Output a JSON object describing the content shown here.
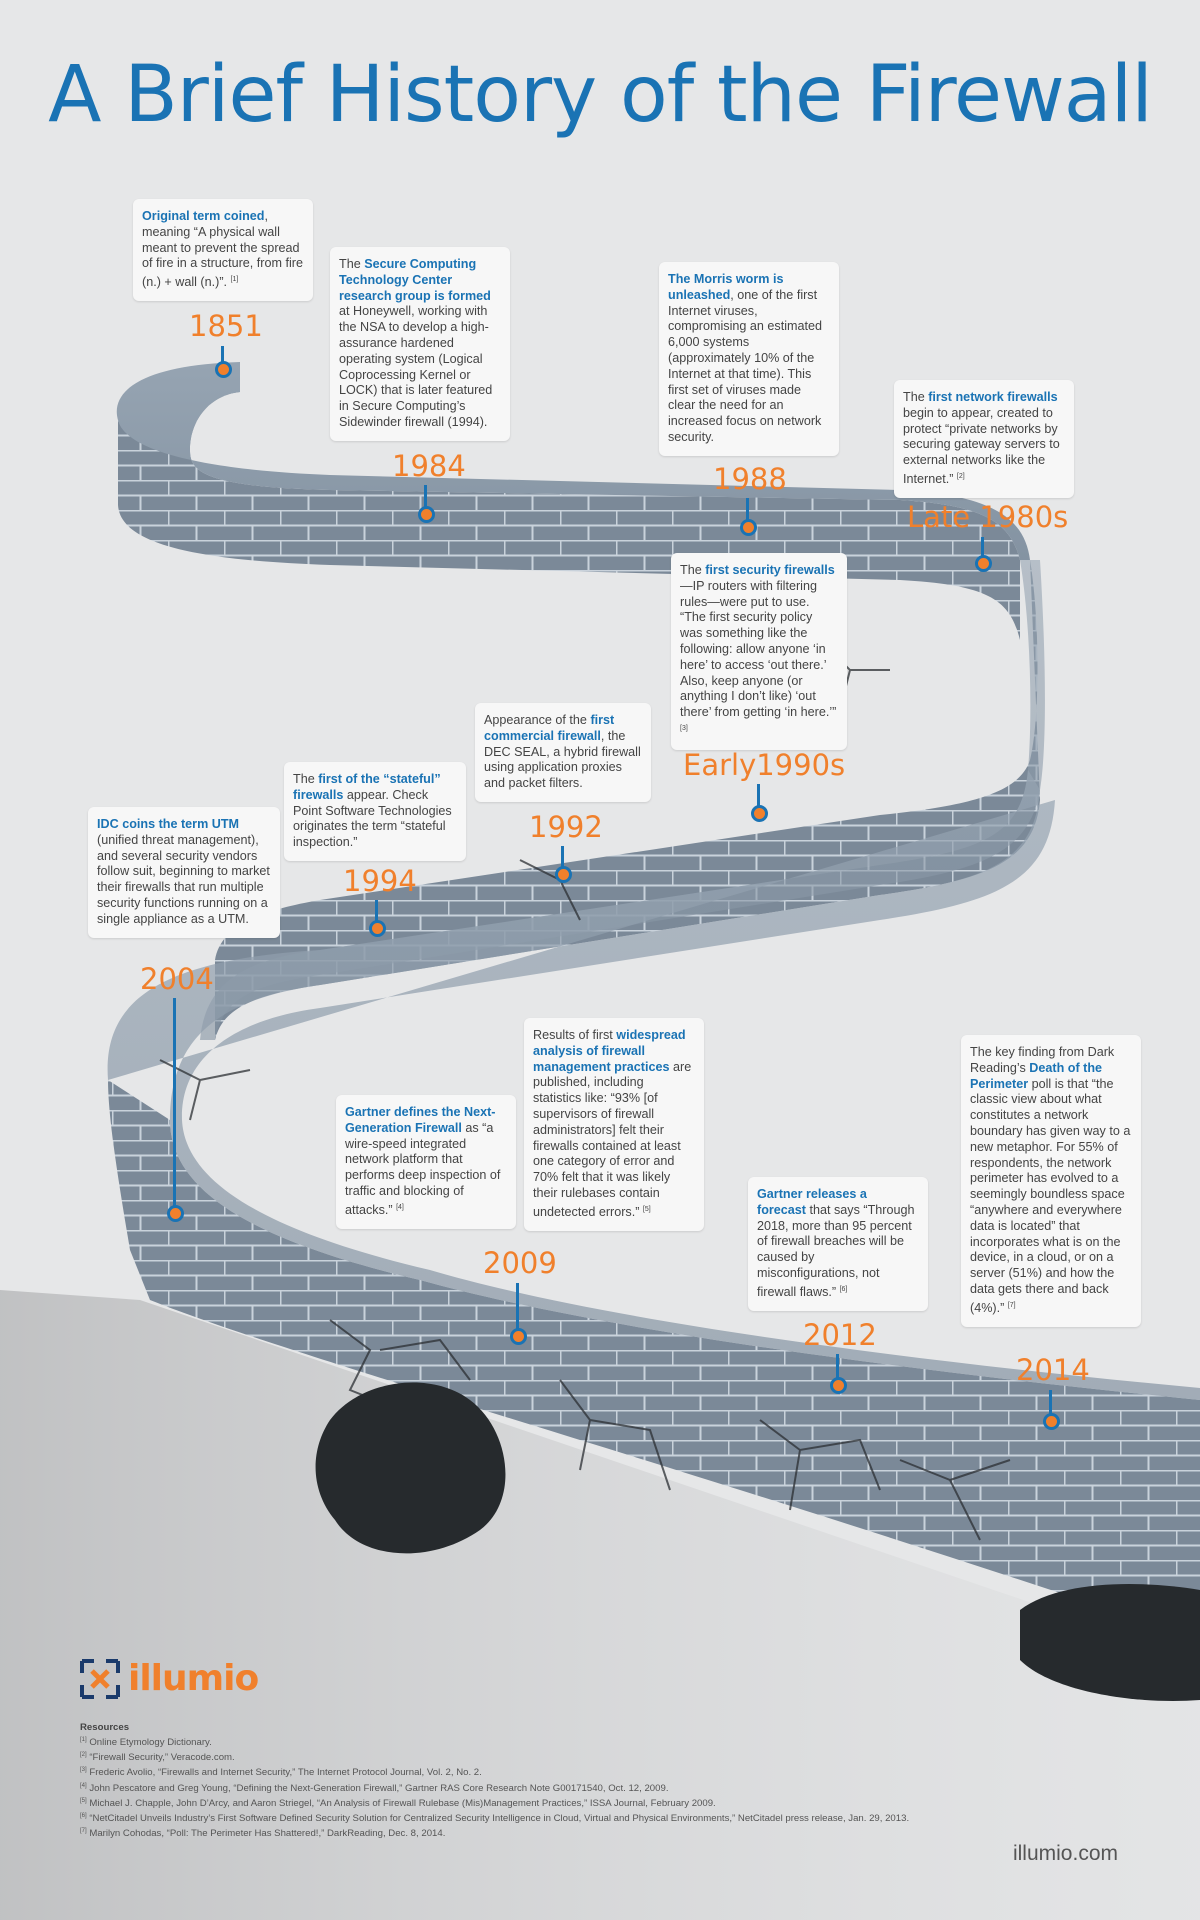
{
  "title": "A Brief History of the Firewall",
  "colors": {
    "accent_blue": "#1a73b4",
    "accent_orange": "#f0802c",
    "wall": "#7a8897",
    "wall_top": "#8d9cab",
    "background": "#e6e7e8"
  },
  "events": [
    {
      "year": "1851",
      "parts": [
        {
          "t": "Original term coined",
          "b": true
        },
        {
          "t": ", meaning “A physical wall meant to prevent the spread of fire in a structure, from  fire (n.) + wall (n.)”. "
        },
        {
          "t": "[1]",
          "sup": true
        }
      ]
    },
    {
      "year": "1984",
      "parts": [
        {
          "t": "The "
        },
        {
          "t": "Secure Computing Technology Center research group is formed",
          "b": true
        },
        {
          "t": " at Honeywell, working with the NSA to develop a high-assurance hardened operating system (Logical Coprocessing Kernel or LOCK) that is later featured in Secure Computing’s Sidewinder firewall (1994)."
        }
      ]
    },
    {
      "year": "1988",
      "parts": [
        {
          "t": "The Morris worm is unleashed",
          "b": true
        },
        {
          "t": ", one of the first Internet viruses, compromising an estimated 6,000 systems (approximately 10% of the Internet at that time). This first set of viruses made clear the need for an increased focus on network security."
        }
      ]
    },
    {
      "year": "Late 1980s",
      "parts": [
        {
          "t": "The "
        },
        {
          "t": "first network firewalls",
          "b": true
        },
        {
          "t": " begin to appear, created to protect “private networks by securing gateway servers to external networks like the Internet.” "
        },
        {
          "t": "[2]",
          "sup": true
        }
      ]
    },
    {
      "year": "Early1990s",
      "parts": [
        {
          "t": "The "
        },
        {
          "t": "first security firewalls",
          "b": true
        },
        {
          "t": " —IP routers with filtering rules—were put to use. “The first security policy was something like the following: allow anyone ‘in here’ to access ‘out there.’ Also, keep anyone (or anything I don’t like) ‘out there’ from getting ‘in here.’” "
        },
        {
          "t": "[3]",
          "sup": true
        }
      ]
    },
    {
      "year": "1992",
      "parts": [
        {
          "t": "Appearance of the "
        },
        {
          "t": "first commercial firewall",
          "b": true
        },
        {
          "t": ", the DEC SEAL, a hybrid firewall using application proxies and packet filters."
        }
      ]
    },
    {
      "year": "1994",
      "parts": [
        {
          "t": "The "
        },
        {
          "t": "first of the “stateful” firewalls",
          "b": true
        },
        {
          "t": " appear. Check Point Software Technologies originates the term “stateful inspection.”"
        }
      ]
    },
    {
      "year": "2004",
      "parts": [
        {
          "t": "IDC coins the term UTM",
          "b": true
        },
        {
          "t": " (unified threat management), and several security vendors follow suit, beginning to market their firewalls that run multiple security functions running on a single appliance as a UTM."
        }
      ]
    },
    {
      "year": "2009",
      "parts": [
        {
          "t": "Gartner defines the Next-Generation Firewall",
          "b": true
        },
        {
          "t": " as “a wire-speed integrated network platform that performs deep inspection of traffic and blocking of attacks.” "
        },
        {
          "t": "[4]",
          "sup": true
        }
      ]
    },
    {
      "year": "",
      "parts": [
        {
          "t": "Results of first "
        },
        {
          "t": "widespread analysis of firewall management practices",
          "b": true
        },
        {
          "t": " are published, including statistics like: “93% [of supervisors of firewall administrators] felt their firewalls contained at least one category of error and 70% felt that it was likely their rulebases contain undetected errors.” "
        },
        {
          "t": "[5]",
          "sup": true
        }
      ]
    },
    {
      "year": "2012",
      "parts": [
        {
          "t": "Gartner releases a forecast",
          "b": true
        },
        {
          "t": " that says “Through 2018, more than 95 percent of firewall breaches will be caused by misconfigurations, not firewall flaws.” "
        },
        {
          "t": "[6]",
          "sup": true
        }
      ]
    },
    {
      "year": "2014",
      "parts": [
        {
          "t": "The key finding from Dark Reading’s "
        },
        {
          "t": "Death of the Perimeter",
          "b": true
        },
        {
          "t": " poll is that “the classic view about what constitutes a network boundary has given way to a new metaphor. For 55% of respondents, the network perimeter has evolved to a seemingly boundless space “anywhere and everywhere data is located” that incorporates what is on the device, in a cloud, or on a server (51%) and how the data gets there and back (4%).” "
        },
        {
          "t": "[7]",
          "sup": true
        }
      ]
    }
  ],
  "logo": {
    "name": "illumio"
  },
  "resources": {
    "heading": "Resources",
    "items": [
      {
        "n": "[1]",
        "t": "Online Etymology Dictionary."
      },
      {
        "n": "[2]",
        "t": "“Firewall Security,” Veracode.com."
      },
      {
        "n": "[3]",
        "t": "Frederic Avolio, “Firewalls and Internet Security,” The Internet Protocol Journal, Vol. 2, No. 2."
      },
      {
        "n": "[4]",
        "t": "John Pescatore and Greg Young, “Defining the Next-Generation Firewall,” Gartner RAS Core Research Note G00171540, Oct. 12, 2009."
      },
      {
        "n": "[5]",
        "t": "Michael J. Chapple, John D’Arcy, and Aaron Striegel, “An Analysis of Firewall Rulebase (Mis)Management Practices,” ISSA Journal, February 2009."
      },
      {
        "n": "[6]",
        "t": "“NetCitadel Unveils Industry’s First Software Defined Security Solution for Centralized Security Intelligence in Cloud, Virtual and Physical Environments,”  NetCitadel press release, Jan. 29, 2013."
      },
      {
        "n": "[7]",
        "t": "Marilyn Cohodas, “Poll: The Perimeter Has Shattered!,” DarkReading, Dec. 8, 2014."
      }
    ]
  },
  "site": "illumio.com"
}
